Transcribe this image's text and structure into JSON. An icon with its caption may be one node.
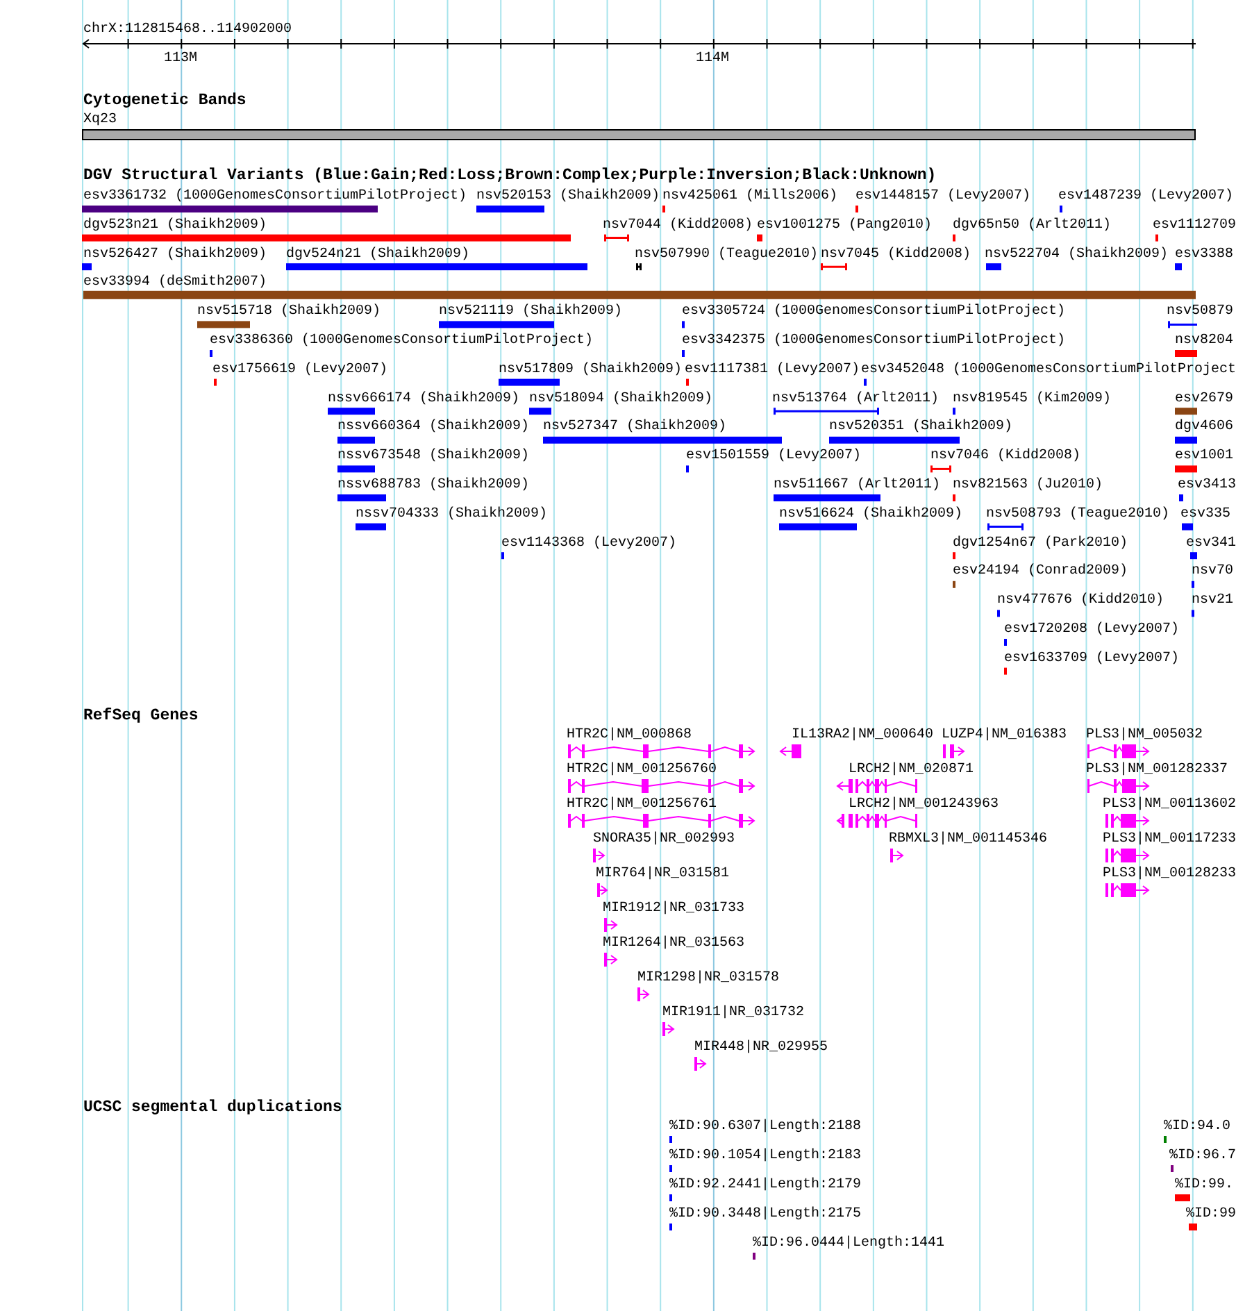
{
  "diagram": {
    "labels": [
      "chrX:112815468..114902000",
      "113M",
      "114M",
      "Cytogenetic Bands",
      "Xq23",
      "DGV Structural Variants (Blue:Gain;Red:Loss;Brown:Complex;Purple:Inversion;Black:Unknown)",
      "esv3361732 (1000GenomesConsortiumPilotProject)",
      "nsv520153 (Shaikh2009)",
      "nsv425061 (Mills2006)",
      "esv1448157 (Levy2007)",
      "esv1487239 (Levy2007)",
      "dgv523n21 (Shaikh2009)",
      "nsv7044 (Kidd2008)",
      "esv1001275 (Pang2010)",
      "dgv65n50 (Arlt2011)",
      "esv1112709",
      "nsv526427 (Shaikh2009)",
      "dgv524n21 (Shaikh2009)",
      "nsv507990 (Teague2010)",
      "nsv7045 (Kidd2008)",
      "nsv522704 (Shaikh2009)",
      "esv3388",
      "esv33994 (deSmith2007)",
      "nsv515718 (Shaikh2009)",
      "nsv521119 (Shaikh2009)",
      "esv3305724 (1000GenomesConsortiumPilotProject)",
      "nsv50879",
      "esv3386360 (1000GenomesConsortiumPilotProject)",
      "esv3342375 (1000GenomesConsortiumPilotProject)",
      "nsv8204",
      "esv1756619 (Levy2007)",
      "nsv517809 (Shaikh2009)",
      "esv1117381 (Levy2007)",
      "esv3452048 (1000GenomesConsortiumPilotProject",
      "nssv666174 (Shaikh2009)",
      "nsv518094 (Shaikh2009)",
      "nsv513764 (Arlt2011)",
      "nsv819545 (Kim2009)",
      "esv2679",
      "nssv660364 (Shaikh2009)",
      "nsv527347 (Shaikh2009)",
      "nsv520351 (Shaikh2009)",
      "dgv4606",
      "nssv673548 (Shaikh2009)",
      "esv1501559 (Levy2007)",
      "nsv7046 (Kidd2008)",
      "esv1001",
      "nssv688783 (Shaikh2009)",
      "nsv511667 (Arlt2011)",
      "nsv821563 (Ju2010)",
      "esv3413",
      "nssv704333 (Shaikh2009)",
      "nsv516624 (Shaikh2009)",
      "nsv508793 (Teague2010)",
      "esv335",
      "esv1143368 (Levy2007)",
      "dgv1254n67 (Park2010)",
      "esv341",
      "esv24194 (Conrad2009)",
      "nsv70",
      "nsv477676 (Kidd2010)",
      "nsv21",
      "esv1720208 (Levy2007)",
      "esv1633709 (Levy2007)",
      "RefSeq Genes",
      "HTR2C|NM_000868",
      "IL13RA2|NM_000640",
      "LUZP4|NM_016383",
      "PLS3|NM_005032",
      "HTR2C|NM_001256760",
      "LRCH2|NM_020871",
      "PLS3|NM_001282337",
      "HTR2C|NM_001256761",
      "LRCH2|NM_001243963",
      "PLS3|NM_00113602",
      "SNORA35|NR_002993",
      "RBMXL3|NM_001145346",
      "PLS3|NM_00117233",
      "MIR764|NR_031581",
      "PLS3|NM_00128233",
      "MIR1912|NR_031733",
      "MIR1264|NR_031563",
      "MIR1298|NR_031578",
      "MIR1911|NR_031732",
      "MIR448|NR_029955",
      "UCSC segmental duplications",
      "%ID:90.6307|Length:2188",
      "%ID:94.0",
      "%ID:90.1054|Length:2183",
      "%ID:96.7",
      "%ID:92.2441|Length:2179",
      "%ID:99.",
      "%ID:90.3448|Length:2175",
      "%ID:99",
      "%ID:96.0444|Length:1441"
    ]
  }
}
